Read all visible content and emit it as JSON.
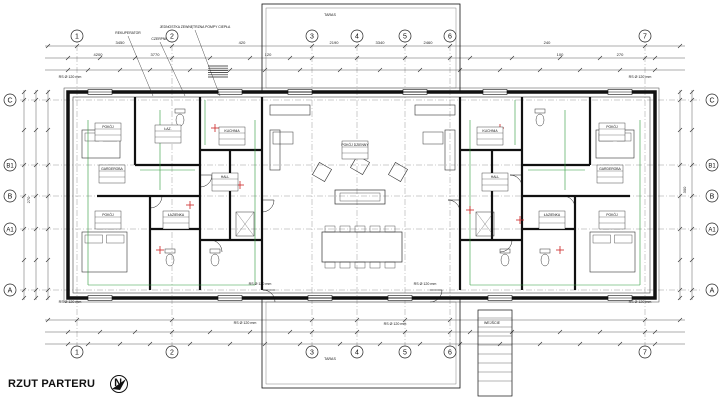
{
  "plan": {
    "title": "RZUT PARTERU",
    "north_label": "N",
    "columns": [
      "1",
      "2",
      "3",
      "4",
      "5",
      "6",
      "7"
    ],
    "rows": [
      "C",
      "B1",
      "B",
      "A1",
      "A"
    ],
    "rooms": [
      {
        "id": "r1",
        "label": "POKÓJ"
      },
      {
        "id": "r2",
        "label": "ŁAZ."
      },
      {
        "id": "r3",
        "label": "GARDEROBA"
      },
      {
        "id": "r4",
        "label": "POKÓJ"
      },
      {
        "id": "r5",
        "label": "ŁAZIENKA"
      },
      {
        "id": "r6",
        "label": "KUCHNIA"
      },
      {
        "id": "r7",
        "label": "POKÓJ DZIENNY"
      },
      {
        "id": "r8",
        "label": "KUCHNIA"
      },
      {
        "id": "r9",
        "label": "ŁAZIENKA"
      },
      {
        "id": "r10",
        "label": "POKÓJ"
      },
      {
        "id": "r11",
        "label": "GARDEROBA"
      },
      {
        "id": "r12",
        "label": "POKÓJ"
      },
      {
        "id": "r13",
        "label": "HALL"
      },
      {
        "id": "r14",
        "label": "HALL"
      }
    ],
    "annotations": [
      {
        "id": "a1",
        "text": "REKUPERATOR"
      },
      {
        "id": "a2",
        "text": "CZERPNIA"
      },
      {
        "id": "a3",
        "text": "JEDNOSTKA ZEWNĘTRZNA POMPY CIEPŁA"
      },
      {
        "id": "a4",
        "text": "TARAS"
      },
      {
        "id": "a5",
        "text": "TARAS"
      },
      {
        "id": "a6",
        "text": "RS Ø 120 mm"
      },
      {
        "id": "a7",
        "text": "RS Ø 120 mm"
      },
      {
        "id": "a8",
        "text": "RS Ø 120 mm"
      },
      {
        "id": "a9",
        "text": "RS Ø 120 mm"
      },
      {
        "id": "a10",
        "text": "RS Ø 120 mm"
      },
      {
        "id": "a11",
        "text": "RS Ø 120 mm"
      },
      {
        "id": "a12",
        "text": "RS Ø 120 mm"
      },
      {
        "id": "a13",
        "text": "RS Ø 120 mm"
      },
      {
        "id": "a14",
        "text": "WEJŚCIE"
      }
    ],
    "dims": [
      "3450",
      "420",
      "2190",
      "3340",
      "2460",
      "240",
      "4200",
      "3770",
      "120",
      "100",
      "270",
      "270",
      "300"
    ]
  }
}
